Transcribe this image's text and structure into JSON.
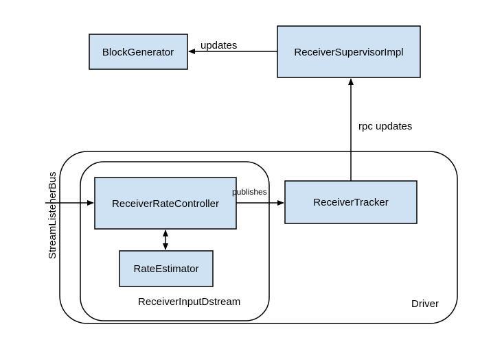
{
  "nodes": {
    "block_generator": "BlockGenerator",
    "receiver_supervisor_impl": "ReceiverSupervisorImpl",
    "receiver_rate_controller": "ReceiverRateController",
    "receiver_tracker": "ReceiverTracker",
    "rate_estimator": "RateEstimator"
  },
  "containers": {
    "driver": "Driver",
    "receiver_input_dstream": "ReceiverInputDstream"
  },
  "edges": {
    "updates": "updates",
    "rpc_updates": "rpc updates",
    "publishes": "publishes",
    "stream_listener_bus": "StreamListenerBus"
  },
  "colors": {
    "box_fill": "#cfe2f3",
    "stroke": "#000000"
  }
}
